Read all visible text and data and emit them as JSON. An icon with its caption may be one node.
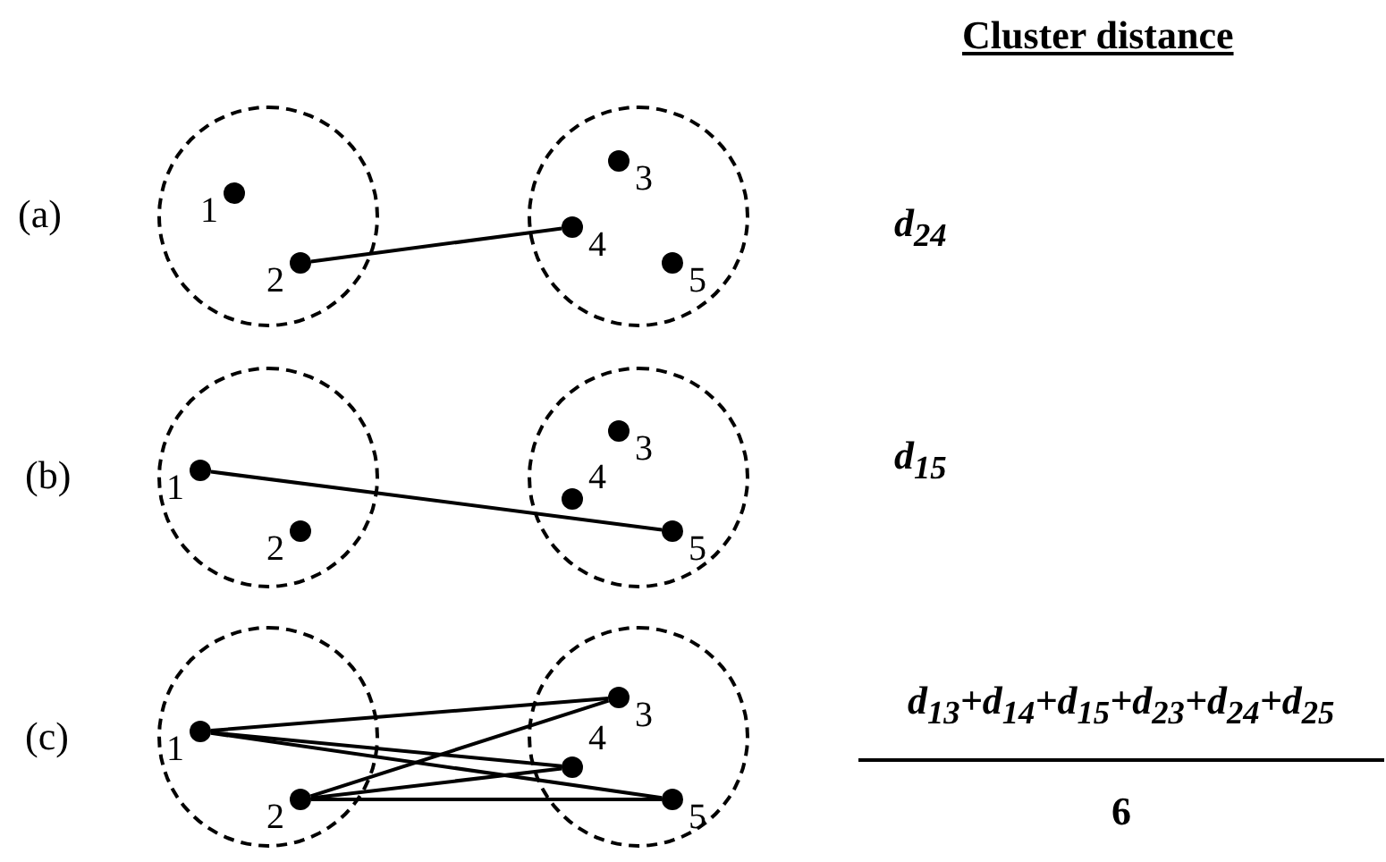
{
  "diagram": {
    "nodes": [
      {
        "text": [],
        "shape": "circle"
      },
      {
        "text": [],
        "shape": "circle"
      },
      {
        "text": [],
        "shape": "circle",
        "beside": [
          "1"
        ],
        "in": 0
      },
      {
        "text": [],
        "shape": "circle",
        "beside": [
          "2"
        ],
        "in": 0
      },
      {
        "text": [],
        "shape": "circle",
        "beside": [
          "3"
        ],
        "in": 1
      },
      {
        "text": [],
        "shape": "circle",
        "beside": [
          "4"
        ],
        "in": 1
      },
      {
        "text": [],
        "shape": "circle",
        "beside": [
          "5"
        ],
        "in": 1
      },
      {
        "text": [],
        "shape": "circle"
      },
      {
        "text": [],
        "shape": "circle"
      },
      {
        "text": [],
        "shape": "circle",
        "beside": [
          "1"
        ],
        "in": 7
      },
      {
        "text": [],
        "shape": "circle",
        "beside": [
          "2"
        ],
        "in": 7
      },
      {
        "text": [],
        "shape": "circle",
        "beside": [
          "3"
        ],
        "in": 8
      },
      {
        "text": [],
        "shape": "circle",
        "beside": [
          "4"
        ],
        "in": 8
      },
      {
        "text": [],
        "shape": "circle",
        "beside": [
          "5"
        ],
        "in": 8
      },
      {
        "text": [],
        "shape": "circle"
      },
      {
        "text": [],
        "shape": "circle"
      },
      {
        "text": [],
        "shape": "circle",
        "beside": [
          "1"
        ],
        "in": 14
      },
      {
        "text": [],
        "shape": "circle",
        "beside": [
          "2"
        ],
        "in": 14
      },
      {
        "text": [],
        "shape": "circle",
        "beside": [
          "3"
        ],
        "in": 15
      },
      {
        "text": [],
        "shape": "circle",
        "beside": [
          "4"
        ],
        "in": 15
      },
      {
        "text": [],
        "shape": "circle",
        "beside": [
          "5"
        ],
        "in": 15
      }
    ],
    "edges": [
      {
        "from": 3,
        "to": 5,
        "arrow": "none"
      },
      {
        "from": 9,
        "to": 13,
        "arrow": "none"
      },
      {
        "from": 16,
        "to": 18,
        "arrow": "none"
      },
      {
        "from": 16,
        "to": 19,
        "arrow": "none"
      },
      {
        "from": 16,
        "to": 20,
        "arrow": "none"
      },
      {
        "from": 17,
        "to": 18,
        "arrow": "none"
      },
      {
        "from": 17,
        "to": 19,
        "arrow": "none"
      },
      {
        "from": 17,
        "to": 20,
        "arrow": "none"
      }
    ],
    "labels": [
      "Cluster distance",
      "(a)",
      "d$_{24}$",
      "(b)",
      "d$_{15}$",
      "(c)",
      "d$_{13}$+d$_{14}$+d$_{15}$+d$_{23}$+d$_{24}$+d$_{25}$",
      "6"
    ]
  }
}
